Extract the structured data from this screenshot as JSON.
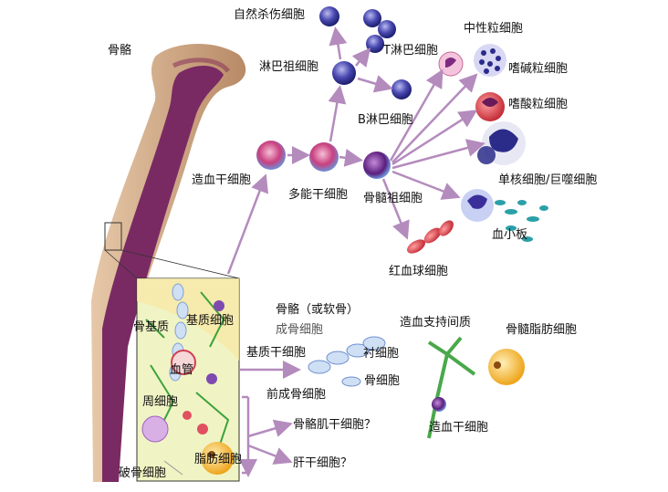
{
  "labels": {
    "bone": "骨骼",
    "nk_cell": "自然杀伤细胞",
    "t_cell": "T淋巴细胞",
    "lymphoid_progenitor": "淋巴祖细胞",
    "b_cell": "B淋巴细胞",
    "neutrophil": "中性粒细胞",
    "basophil": "嗜碱粒细胞",
    "eosinophil": "嗜酸粒细胞",
    "hsc": "造血干细胞",
    "multipotent": "多能干细胞",
    "myeloid_progenitor": "骨髓祖细胞",
    "monocyte_macrophage": "单核细胞/巨噬细胞",
    "platelet": "血小板",
    "rbc": "红血球细胞",
    "bone_matrix": "骨基质",
    "stromal_cell": "基质细胞",
    "blood_vessel": "血管",
    "pericyte": "周细胞",
    "osteoclast": "破骨细胞",
    "adipocyte": "脂肪细胞",
    "bone_or_cartilage": "骨骼（或软骨）",
    "osteoblast": "成骨细胞",
    "stromal_stem": "基质干细胞",
    "lining_cell": "衬细胞",
    "osteocyte": "骨细胞",
    "pre_osteoblast": "前成骨细胞",
    "hematopoietic_support": "造血支持间质",
    "marrow_adipocyte": "骨髓脂肪细胞",
    "hsc_2": "造血干细胞",
    "skeletal_muscle_stem": "骨骼肌干细胞？",
    "liver_stem": "肝干细胞？"
  },
  "colors": {
    "bone_tan": "#c9a27e",
    "marrow_purple": "#7a2a63",
    "arrow": "#b48bbd",
    "cell_blue": "#2f2f8f",
    "rbc_red": "#d8434e",
    "adipocyte_yellow": "#f2b233",
    "platelet_teal": "#2aa0a8"
  }
}
